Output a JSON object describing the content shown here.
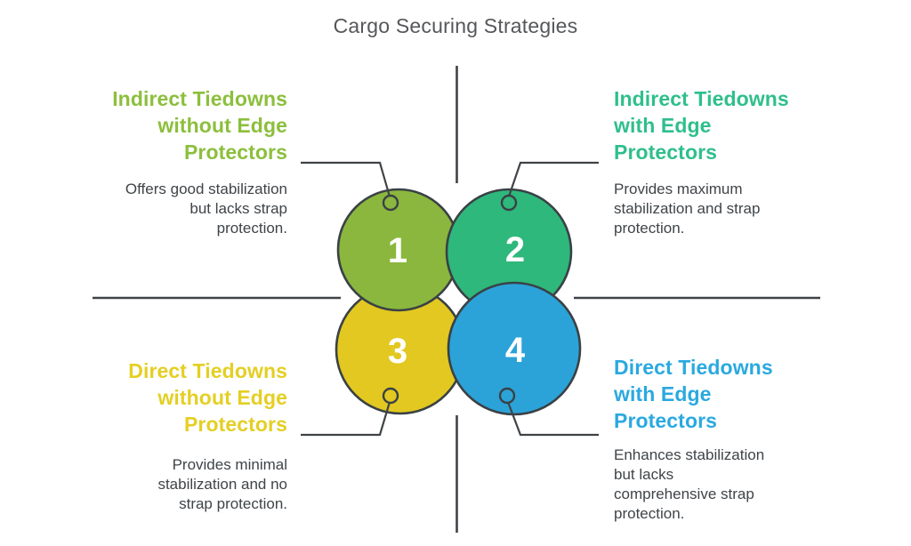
{
  "title": "Cargo Securing Strategies",
  "colors": {
    "background": "#ffffff",
    "outline": "#3a4145",
    "connector_line": "#3f4347",
    "axis_line": "#3f4347",
    "title_text": "#56575a",
    "body_text": "#3f4448",
    "number_text": "#ffffff"
  },
  "quadrants": [
    {
      "number": "1",
      "position": "top-left",
      "heading_color": "#8cbf3d",
      "circle_color": "#8bb73e",
      "heading_lines": [
        "Indirect Tiedowns",
        "without Edge",
        "Protectors"
      ],
      "description_lines": [
        "Offers good stabilization",
        "but lacks strap",
        "protection."
      ]
    },
    {
      "number": "2",
      "position": "top-right",
      "heading_color": "#2fbf8c",
      "circle_color": "#2eb87c",
      "heading_lines": [
        "Indirect Tiedowns",
        "with Edge",
        "Protectors"
      ],
      "description_lines": [
        "Provides maximum",
        "stabilization and strap",
        "protection."
      ]
    },
    {
      "number": "3",
      "position": "bottom-left",
      "heading_color": "#e4cf24",
      "circle_color": "#e2c820",
      "heading_lines": [
        "Direct Tiedowns",
        "without Edge",
        "Protectors"
      ],
      "description_lines": [
        "Provides minimal",
        "stabilization and no",
        "strap protection."
      ]
    },
    {
      "number": "4",
      "position": "bottom-right",
      "heading_color": "#2aa9e0",
      "circle_color": "#2ba3d8",
      "heading_lines": [
        "Direct Tiedowns",
        "with Edge",
        "Protectors"
      ],
      "description_lines": [
        "Enhances stabilization",
        "but lacks",
        "comprehensive strap",
        "protection."
      ]
    }
  ]
}
